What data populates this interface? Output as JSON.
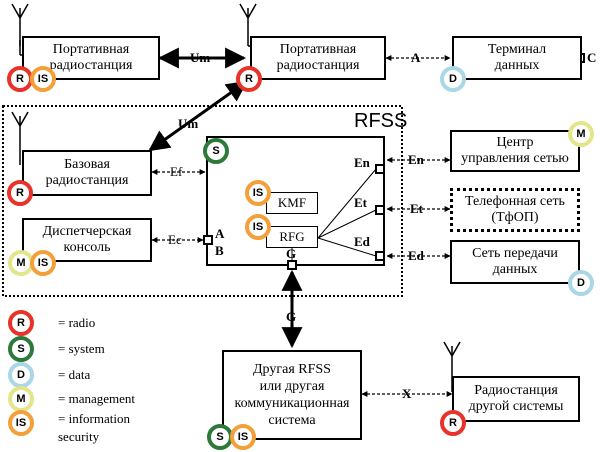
{
  "colors": {
    "radio": "#e8332a",
    "system": "#2e7a3a",
    "data": "#a9d7e6",
    "management": "#e3e58a",
    "information_security": "#f4a03a"
  },
  "boxes": {
    "portable_radio_1": "Портативная\nрадиостанция",
    "portable_radio_2": "Портативная\nрадиостанция",
    "data_terminal": "Терминал\nданных",
    "base_station": "Базовая\nрадиостанция",
    "dispatch_console": "Диспетчерская\nконсоль",
    "network_management_center": "Центр\nуправления сетью",
    "telephone_network": "Телефонная сеть\n(ТфОП)",
    "data_network": "Сеть передачи\nданных",
    "other_rfss": "Другая RFSS\nили другая\nкоммуникационная\nсистема",
    "other_system_radio": "Радиостанция\nдругой системы",
    "kmf": "KMF",
    "rfg": "RFG"
  },
  "rfss_title": "RFSS",
  "interfaces": {
    "um_top": "Um",
    "a": "A",
    "c": "C",
    "um_diag": "Um",
    "ef": "Ef",
    "ec": "Ec",
    "en_port": "En",
    "et_port": "Et",
    "ed_port": "Ed",
    "en_link": "En",
    "et_link": "Et",
    "ed_link": "Ed",
    "a_port": "A",
    "b_port": "B",
    "g_port": "G",
    "g_link": "G",
    "x": "X"
  },
  "badge_letters": {
    "radio": "R",
    "system": "S",
    "data": "D",
    "management": "M",
    "information_security": "IS"
  },
  "legend": [
    {
      "letter": "R",
      "color_key": "radio",
      "text": "= radio"
    },
    {
      "letter": "S",
      "color_key": "system",
      "text": "= system"
    },
    {
      "letter": "D",
      "color_key": "data",
      "text": "= data"
    },
    {
      "letter": "M",
      "color_key": "management",
      "text": "= management"
    },
    {
      "letter": "IS",
      "color_key": "information_security",
      "text": "= information\nsecurity"
    }
  ]
}
